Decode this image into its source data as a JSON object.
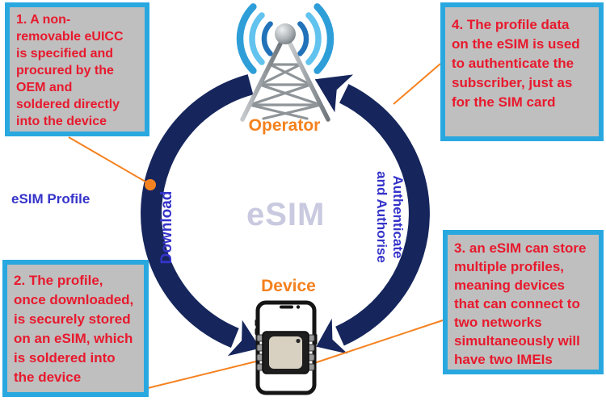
{
  "diagram": {
    "title_watermark": "eSIM",
    "operator_label": "Operator",
    "device_label": "Device",
    "esim_profile_label": "eSIM Profile",
    "download_label": "Download",
    "auth_label_line1": "Authenticate",
    "auth_label_line2": "and Authorise"
  },
  "callouts": [
    {
      "text": "1. A non-\nremovable eUICC\nis specified and\nprocured by the\nOEM and\nsoldered directly\ninto the device"
    },
    {
      "text": "2. The profile,\nonce downloaded,\nis securely stored\non an eSIM, which\nis soldered into\nthe device"
    },
    {
      "text": "3. an eSIM can store\nmultiple profiles,\nmeaning devices\nthat can connect to\ntwo networks\nsimultaneously will\nhave two IMEIs"
    },
    {
      "text": "4. The profile data\non the eSIM is used\nto authenticate the\nsubscriber, just as\nfor the SIM  card"
    }
  ],
  "icons": {
    "operator": "cell-tower-icon",
    "device": "smartphone-icon",
    "chip": "esim-chip-icon"
  },
  "colors": {
    "callout_border": "#29A8E0",
    "callout_bg": "#BFBFBF",
    "callout_text": "#E8192D",
    "arrow_navy": "#16265C",
    "label_orange": "#F4811E",
    "label_blue": "#3533C9",
    "watermark_gray": "#C9C9E0",
    "connector_orange": "#F58220"
  }
}
